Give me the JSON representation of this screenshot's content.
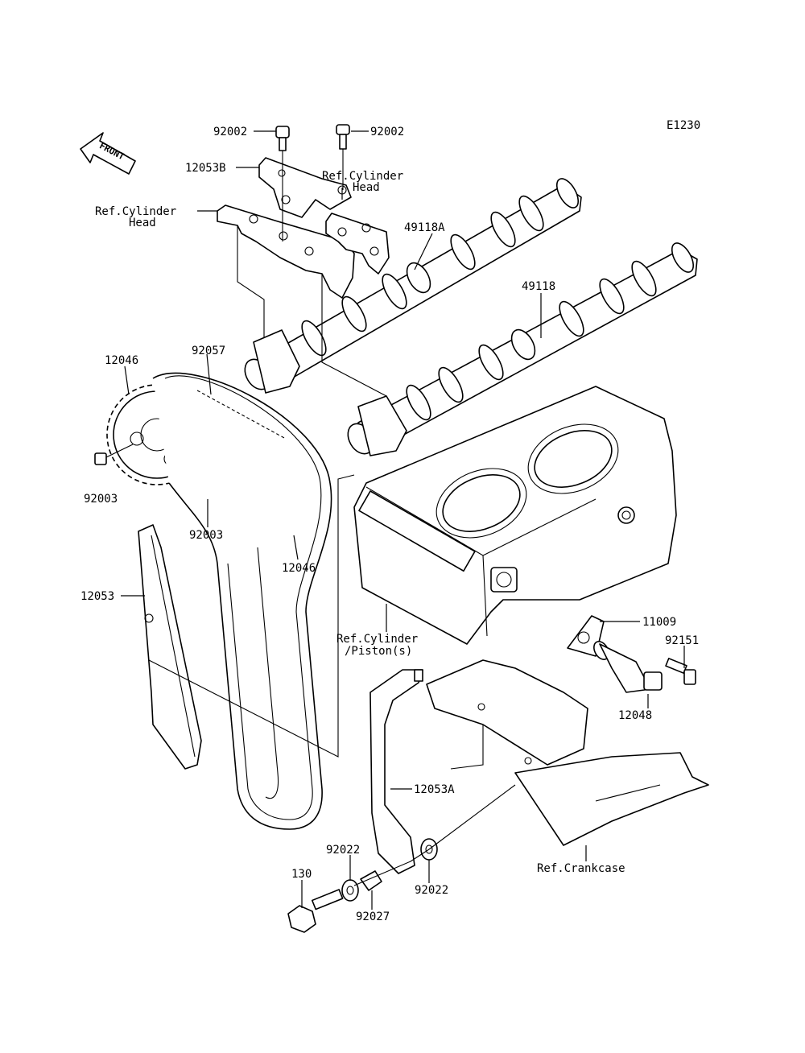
{
  "diagram_code": "E1230",
  "front_label": "FRONT",
  "labels": {
    "p92002_left": "92002",
    "p92002_right": "92002",
    "p12053B": "12053B",
    "ref_cyl_head_right": "Ref.Cylinder",
    "ref_cyl_head_right_2": "Head",
    "ref_cyl_head_left": "Ref.Cylinder",
    "ref_cyl_head_left_2": "Head",
    "p49118A": "49118A",
    "p49118": "49118",
    "p92057": "92057",
    "p12046_top": "12046",
    "p92003_left": "92003",
    "p92003_mid": "92003",
    "p12046_bottom": "12046",
    "p12053": "12053",
    "ref_cyl_piston": "Ref.Cylinder",
    "ref_cyl_piston_2": "/Piston(s)",
    "p11009": "11009",
    "p92151": "92151",
    "p12048": "12048",
    "p12053A": "12053A",
    "p92022_left": "92022",
    "p92022_right": "92022",
    "p130": "130",
    "p92027": "92027",
    "ref_crankcase": "Ref.Crankcase"
  }
}
